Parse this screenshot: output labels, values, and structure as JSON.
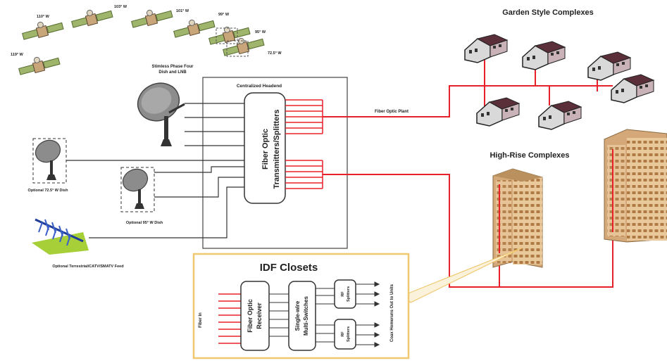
{
  "satellite_labels": [
    "110° W",
    "103° W",
    "101° W",
    "99° W",
    "95° W",
    "72.5° W",
    "119° W"
  ],
  "labels": {
    "garden_style": "Garden Style Complexes",
    "high_rise": "High-Rise Complexes",
    "fiber_optic_plant": "Fiber Optic Plant",
    "stimless_dish_line1": "Stimless Phase Four",
    "stimless_dish_line2": "Dish and LNB",
    "centralized_headend": "Centralized  Headend",
    "optional_72_dish": "Optional 72.5° W Dish",
    "optional_95_dish": "Optional 95° W Dish",
    "optional_terrestrial": "Optional Terrestrial/CATV/SMATV Feed",
    "idf_closets": "IDF Closets",
    "fiber_in": "Fiber In",
    "coax_out": "Coax Homeruns Out to Units"
  },
  "headend_module": [
    "Fiber Optic",
    "Transmitters/Splitters"
  ],
  "idf_modules": {
    "receiver": [
      "Fiber Optic",
      "Receiver"
    ],
    "multiswitch": [
      "Single-wire",
      "Multi-Switches"
    ],
    "rf_splitter_1": [
      "RF",
      "Splitters"
    ],
    "rf_splitter_2": [
      "RF",
      "Splitters"
    ]
  },
  "colors": {
    "fiber": "#e8202a",
    "coax": "#333333",
    "idf_border": "#f0c870",
    "building": "#e7c59a"
  }
}
